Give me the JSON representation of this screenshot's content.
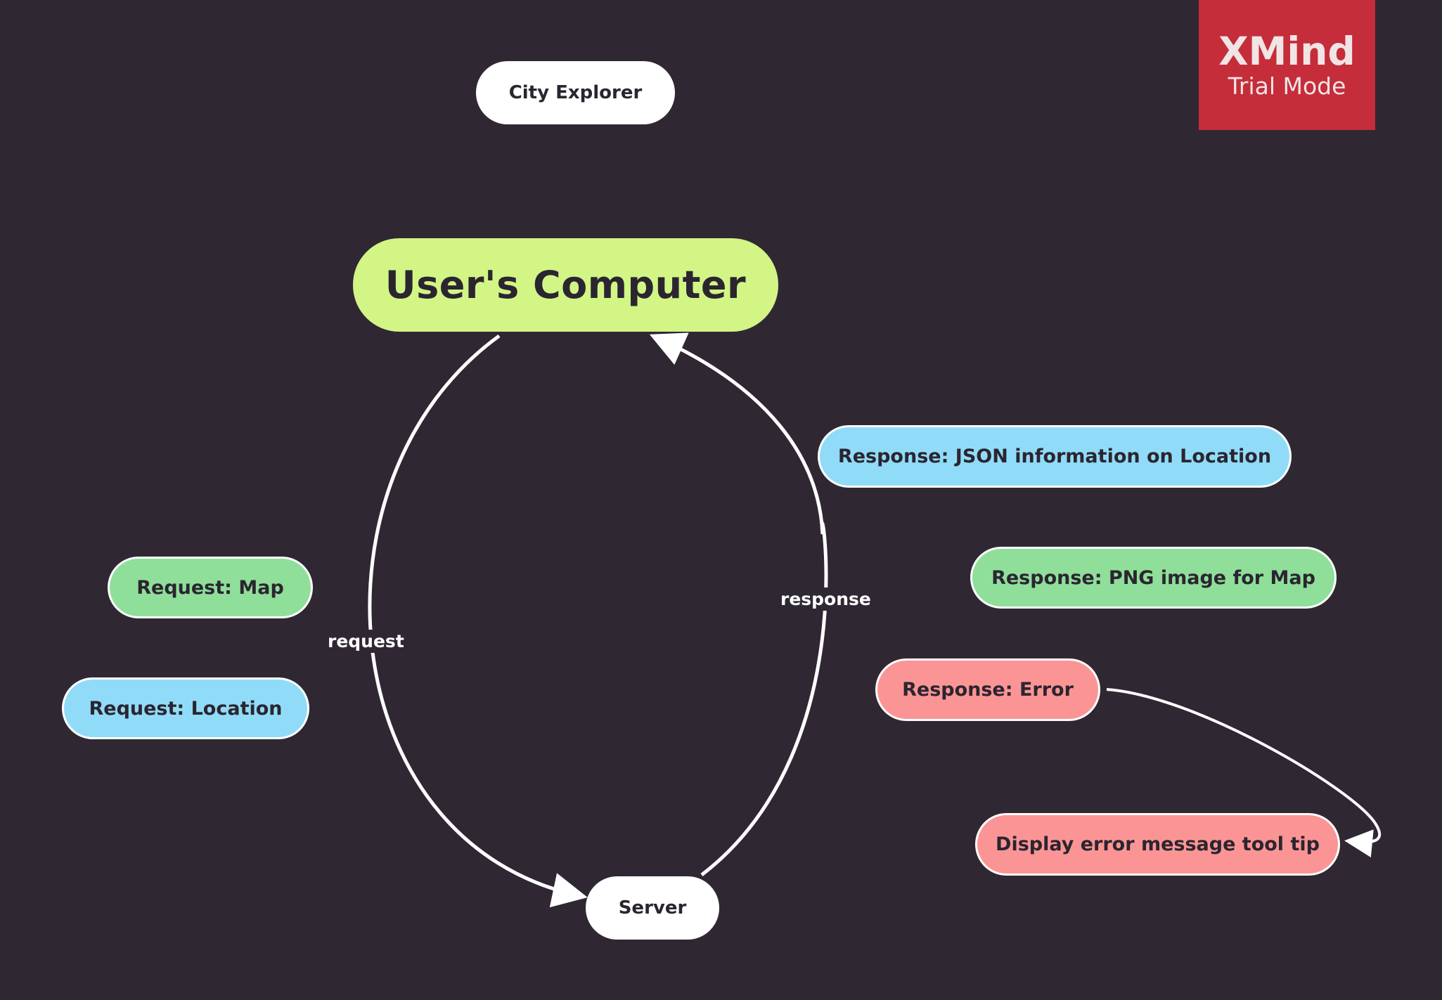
{
  "watermark": {
    "brand": "XMind",
    "mode": "Trial Mode",
    "color": "#c52d3a"
  },
  "diagram": {
    "title_node": "City Explorer",
    "central_node": "User's Computer",
    "server_node": "Server",
    "request_nodes": [
      "Request: Map",
      "Request: Location"
    ],
    "response_nodes": [
      "Response: JSON information on Location",
      "Response: PNG image for Map",
      "Response: Error"
    ],
    "error_followup_node": "Display error message tool tip",
    "edges": {
      "request_label": "request",
      "response_label": "response"
    }
  },
  "colors": {
    "background": "#2f2833",
    "central": "#d2f585",
    "green": "#8fdf9a",
    "blue": "#90dcf8",
    "red": "#fb9595",
    "line": "#ffffff"
  }
}
